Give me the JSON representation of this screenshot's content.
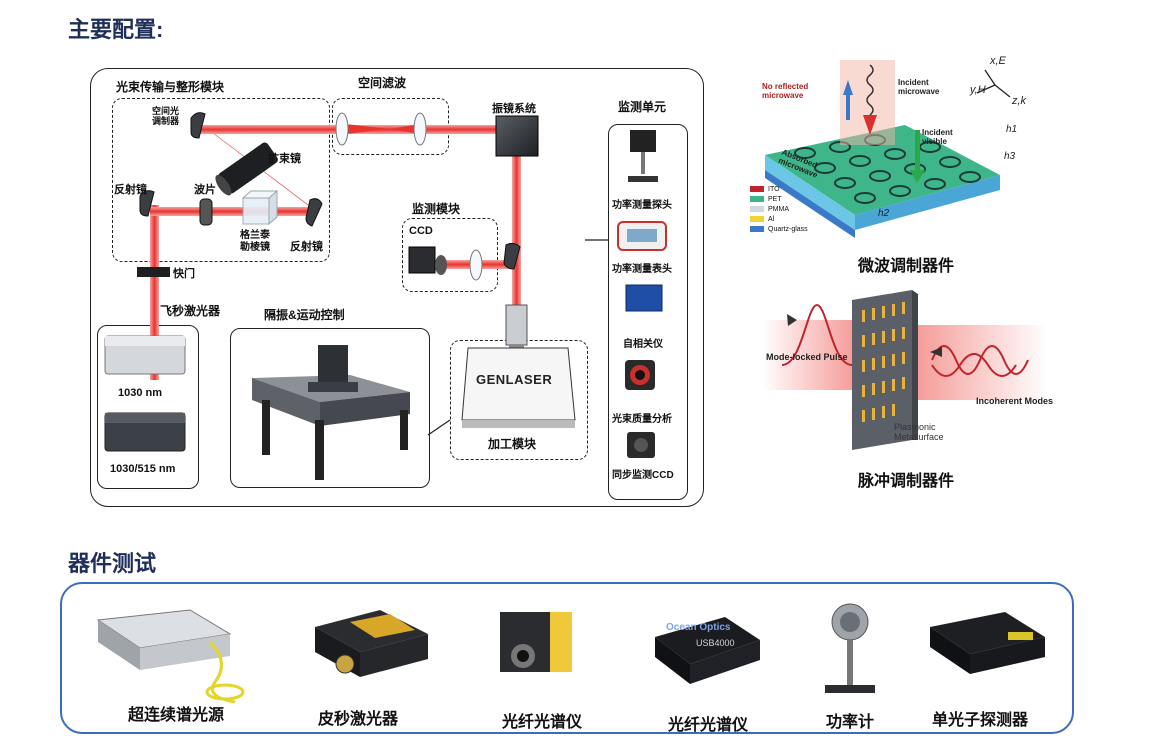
{
  "sections": {
    "main_config_title": "主要配置:",
    "device_test_title": "器件测试"
  },
  "optical_system": {
    "beam_module_title": "光束传输与整形模块",
    "spatial_filter_title": "空间滤波",
    "galvo_label": "振镜系统",
    "monitor_unit_title": "监测单元",
    "slm_label": "空间光调制器",
    "beam_expander_label": "扩束镜",
    "mirror_left_label": "反射镜",
    "waveplate_label": "波片",
    "glan_label": "格兰泰勒棱镜",
    "mirror_right_label": "反射镜",
    "shutter_label": "快门",
    "fs_laser_title": "飞秒激光器",
    "laser_1030_label": "1030 nm",
    "laser_1030_515_label": "1030/515 nm",
    "isolation_title": "隔振&运动控制",
    "monitor_module_title": "监测模块",
    "ccd_label": "CCD",
    "genlaser_text": "GENLASER",
    "processing_module_label": "加工模块",
    "monitor_items": [
      "功率测量探头",
      "功率测量表头",
      "自相关仪",
      "光束质量分析",
      "同步监测CCD"
    ]
  },
  "microwave_figure": {
    "title": "微波调制器件",
    "no_reflected": "No reflected microwave",
    "incident_microwave": "Incident microwave",
    "incident_visible": "Incident visible",
    "absorbed_microwave": "Absorbed microwave",
    "axis_x": "x,E",
    "axis_y": "y,H",
    "axis_z": "z,k",
    "h1": "h1",
    "h2": "h2",
    "h3": "h3",
    "legend": [
      {
        "label": "ITO",
        "color": "#c0242a"
      },
      {
        "label": "PET",
        "color": "#3cb58a"
      },
      {
        "label": "PMMA",
        "color": "#cfd8e8"
      },
      {
        "label": "Al",
        "color": "#f2d23a"
      },
      {
        "label": "Quartz-glass",
        "color": "#3a78c8"
      }
    ]
  },
  "pulse_figure": {
    "title": "脉冲调制器件",
    "mode_locked": "Mode-locked Pulse",
    "incoherent": "Incoherent Modes",
    "metasurface_line1": "Plasmonic",
    "metasurface_line2": "Metasurface"
  },
  "device_test": {
    "items": [
      "超连续谱光源",
      "皮秒激光器",
      "光纤光谱仪",
      "光纤光谱仪",
      "功率计",
      "单光子探测器"
    ],
    "ocean_brand": "Ocean Optics",
    "usb_model": "USB4000"
  },
  "colors": {
    "title_blue": "#1f2f5a",
    "laser_red": "#e8332f",
    "frame_blue": "#3b6cc0"
  }
}
